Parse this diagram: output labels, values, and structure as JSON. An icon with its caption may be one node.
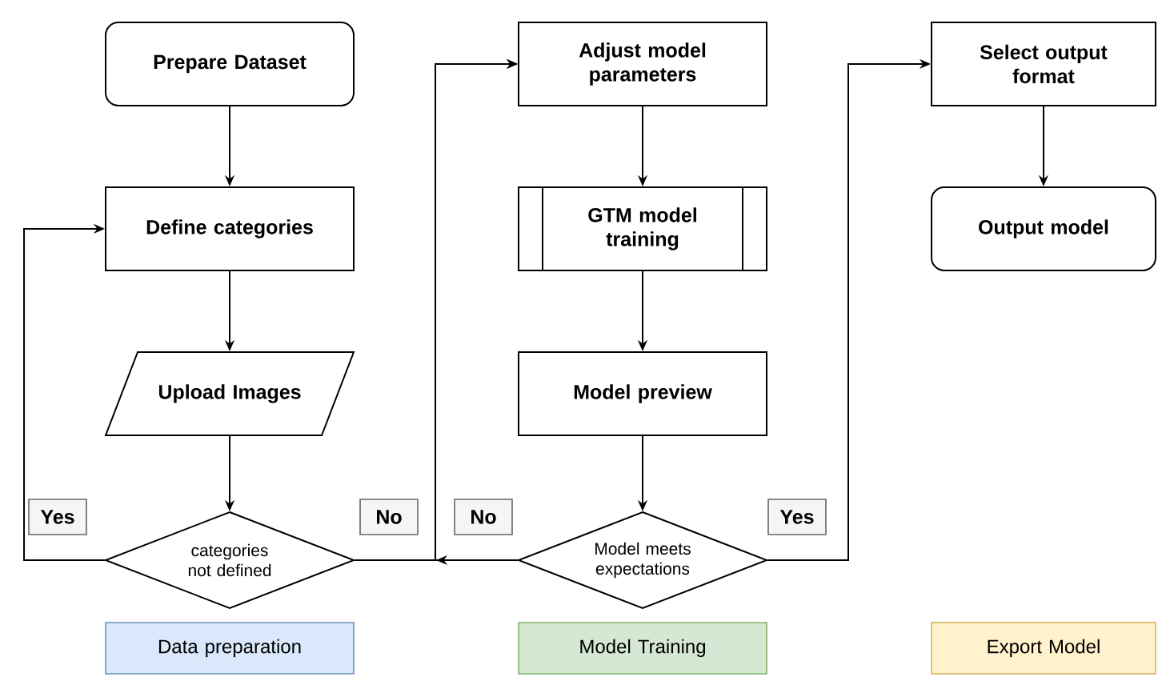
{
  "diagram": {
    "nodes": [
      {
        "text": [
          "Prepare Dataset"
        ]
      },
      {
        "text": [
          "Define categories"
        ]
      },
      {
        "text": [
          "Upload Images"
        ]
      },
      {
        "text": [
          "categories not defined"
        ]
      },
      {
        "text": [
          "Adjust model parameters"
        ]
      },
      {
        "text": [
          "GTM model training"
        ]
      },
      {
        "text": [
          "Model preview"
        ]
      },
      {
        "text": [
          "Model meets expectations"
        ]
      },
      {
        "text": [
          "Select output format"
        ]
      },
      {
        "text": [
          "Output model"
        ]
      },
      {
        "text": [
          "Data preparation"
        ]
      },
      {
        "text": [
          "Model Training"
        ]
      },
      {
        "text": [
          "Export Model"
        ]
      }
    ],
    "edges": [
      {
        "from": 0,
        "to": 1,
        "arrow": "to"
      },
      {
        "from": 1,
        "to": 2,
        "arrow": "to"
      },
      {
        "from": 2,
        "to": 3,
        "arrow": "to"
      },
      {
        "from": 3,
        "to": 1,
        "arrow": "to",
        "label": "Yes"
      },
      {
        "from": 3,
        "to": 4,
        "arrow": "to",
        "label": "No"
      },
      {
        "from": 4,
        "to": 5,
        "arrow": "to"
      },
      {
        "from": 5,
        "to": 6,
        "arrow": "to"
      },
      {
        "from": 6,
        "to": 7,
        "arrow": "to"
      },
      {
        "from": 7,
        "to": 4,
        "arrow": "to",
        "label": "No"
      },
      {
        "from": 7,
        "to": 8,
        "arrow": "to",
        "label": "Yes"
      },
      {
        "from": 8,
        "to": 9,
        "arrow": "to"
      }
    ]
  }
}
